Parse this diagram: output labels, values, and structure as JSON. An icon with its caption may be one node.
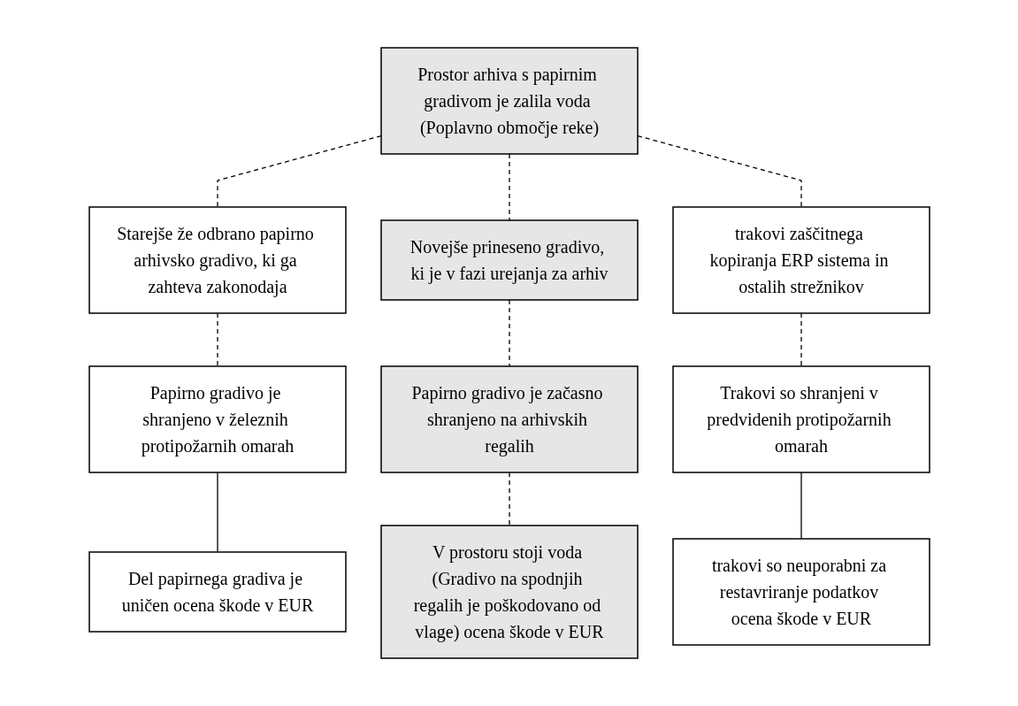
{
  "diagram": {
    "nodes": [
      {
        "text": [
          "Prostor arhiva s papirnim gradivom je zalila voda (Poplavno območje reke)"
        ]
      },
      {
        "text": [
          "Starejše že odbrano papirno arhivsko gradivo, ki ga zahteva zakonodaja"
        ]
      },
      {
        "text": [
          "Novejše prineseno gradivo, ki je v fazi urejanja za arhiv"
        ]
      },
      {
        "text": [
          "trakovi zaščitnega kopiranja ERP sistema in ostalih strežnikov"
        ]
      },
      {
        "text": [
          "Papirno gradivo je shranjeno v železnih protipožarnih omarah"
        ]
      },
      {
        "text": [
          "Papirno gradivo je začasno shranjeno na arhivskih regalih"
        ]
      },
      {
        "text": [
          "Trakovi so shranjeni v predvidenih protipožarnih omarah"
        ]
      },
      {
        "text": [
          "Del papirnega gradiva je uničen ocena škode v EUR"
        ]
      },
      {
        "text": [
          "V prostoru stoji voda (Gradivo na spodnjih regalih je poškodovano od vlage) ocena škode v EUR"
        ]
      },
      {
        "text": [
          "trakovi so neuporabni za restavriranje podatkov ocena škode v EUR"
        ]
      }
    ],
    "edges": [
      {
        "from": 0,
        "to": 1,
        "arrow": "none",
        "style": "dashed"
      },
      {
        "from": 0,
        "to": 2,
        "arrow": "none",
        "style": "dashed"
      },
      {
        "from": 0,
        "to": 3,
        "arrow": "none",
        "style": "dashed"
      },
      {
        "from": 1,
        "to": 4,
        "arrow": "none",
        "style": "dashed"
      },
      {
        "from": 2,
        "to": 5,
        "arrow": "none",
        "style": "dashed"
      },
      {
        "from": 3,
        "to": 6,
        "arrow": "none",
        "style": "dashed"
      },
      {
        "from": 4,
        "to": 7,
        "arrow": "none"
      },
      {
        "from": 5,
        "to": 8,
        "arrow": "none",
        "style": "dashed"
      },
      {
        "from": 6,
        "to": 9,
        "arrow": "none"
      }
    ]
  }
}
